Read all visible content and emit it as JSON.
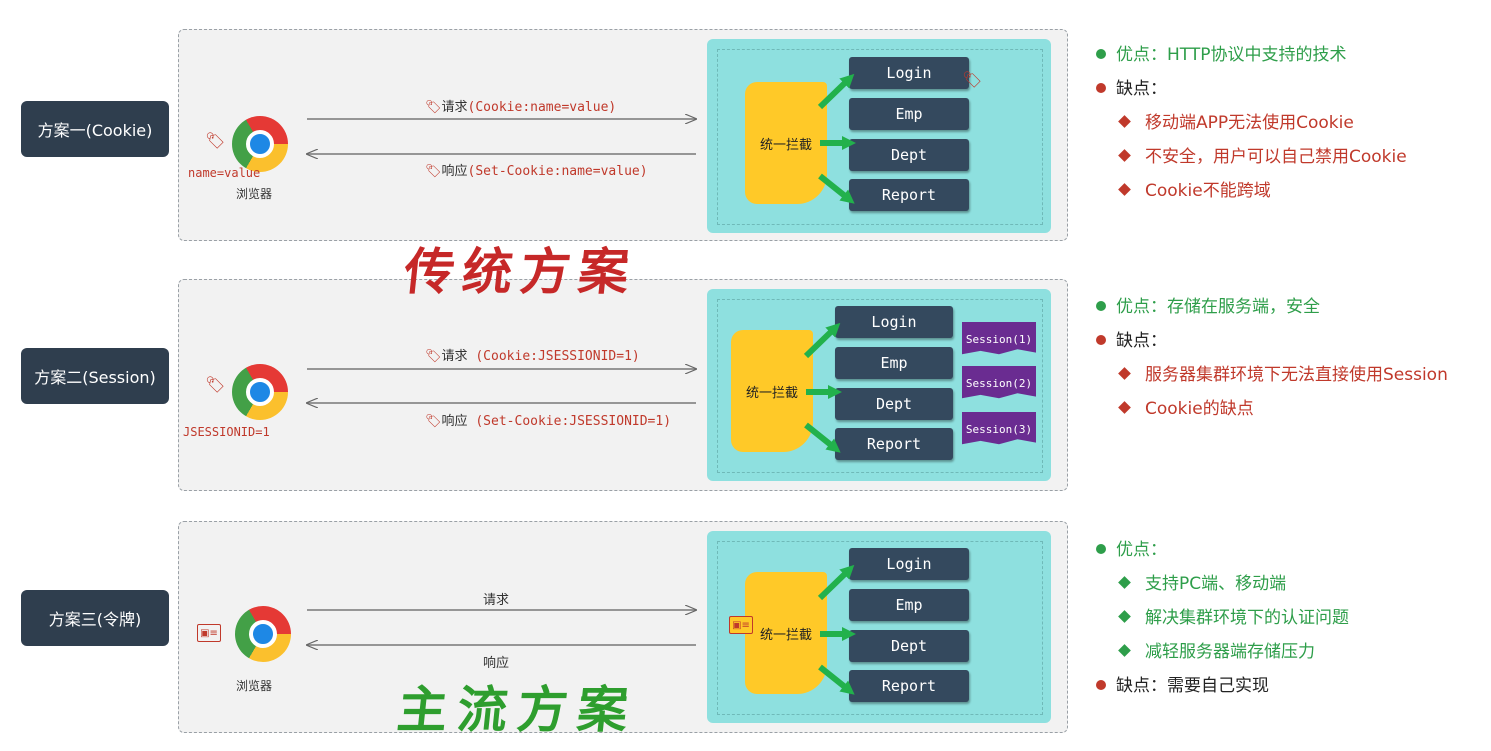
{
  "schemes": [
    {
      "label": "方案一(Cookie)",
      "request": {
        "prefix": "请求",
        "code": "(Cookie:name=value)"
      },
      "response": {
        "prefix": "响应",
        "code": "(Set-Cookie:name=value)"
      },
      "browser_value": "name=value",
      "browser_label": "浏览器",
      "interceptor": "统一拦截",
      "endpoints": [
        "Login",
        "Emp",
        "Dept",
        "Report"
      ],
      "pros_cons": [
        {
          "kind": "pro",
          "text": "优点：HTTP协议中支持的技术"
        },
        {
          "kind": "con",
          "text": "缺点："
        },
        {
          "kind": "sub-red",
          "text": "移动端APP无法使用Cookie"
        },
        {
          "kind": "sub-red",
          "text": "不安全，用户可以自己禁用Cookie"
        },
        {
          "kind": "sub-red",
          "text": "Cookie不能跨域"
        }
      ]
    },
    {
      "label": "方案二(Session)",
      "request": {
        "prefix": "请求",
        "code": " (Cookie:JSESSIONID=1)"
      },
      "response": {
        "prefix": "响应",
        "code": " (Set-Cookie:JSESSIONID=1)"
      },
      "browser_value": "JSESSIONID=1",
      "interceptor": "统一拦截",
      "endpoints": [
        "Login",
        "Emp",
        "Dept",
        "Report"
      ],
      "sessions": [
        "Session(1)",
        "Session(2)",
        "Session(3)"
      ],
      "pros_cons": [
        {
          "kind": "pro",
          "text": "优点：存储在服务端，安全"
        },
        {
          "kind": "con",
          "text": "缺点："
        },
        {
          "kind": "sub-red",
          "text": "服务器集群环境下无法直接使用Session"
        },
        {
          "kind": "sub-red",
          "text": "Cookie的缺点"
        }
      ]
    },
    {
      "label": "方案三(令牌)",
      "request": {
        "prefix": "请求"
      },
      "response": {
        "prefix": "响应"
      },
      "browser_label": "浏览器",
      "interceptor": "统一拦截",
      "endpoints": [
        "Login",
        "Emp",
        "Dept",
        "Report"
      ],
      "pros_cons": [
        {
          "kind": "pro",
          "text": "优点："
        },
        {
          "kind": "sub-green",
          "text": "支持PC端、移动端"
        },
        {
          "kind": "sub-green",
          "text": "解决集群环境下的认证问题"
        },
        {
          "kind": "sub-green",
          "text": "减轻服务器端存储压力"
        },
        {
          "kind": "con-red",
          "text": "缺点：需要自己实现"
        }
      ]
    }
  ],
  "annotations": {
    "traditional": "传统方案",
    "mainstream": "主流方案"
  },
  "colors": {
    "label_bg": "#2f3e4e",
    "server_bg": "#8ee0df",
    "interceptor": "#ffc928",
    "endpoint": "#34495e",
    "session": "#6a2c91",
    "pro": "#2e9e4a",
    "con": "#c0392b"
  }
}
